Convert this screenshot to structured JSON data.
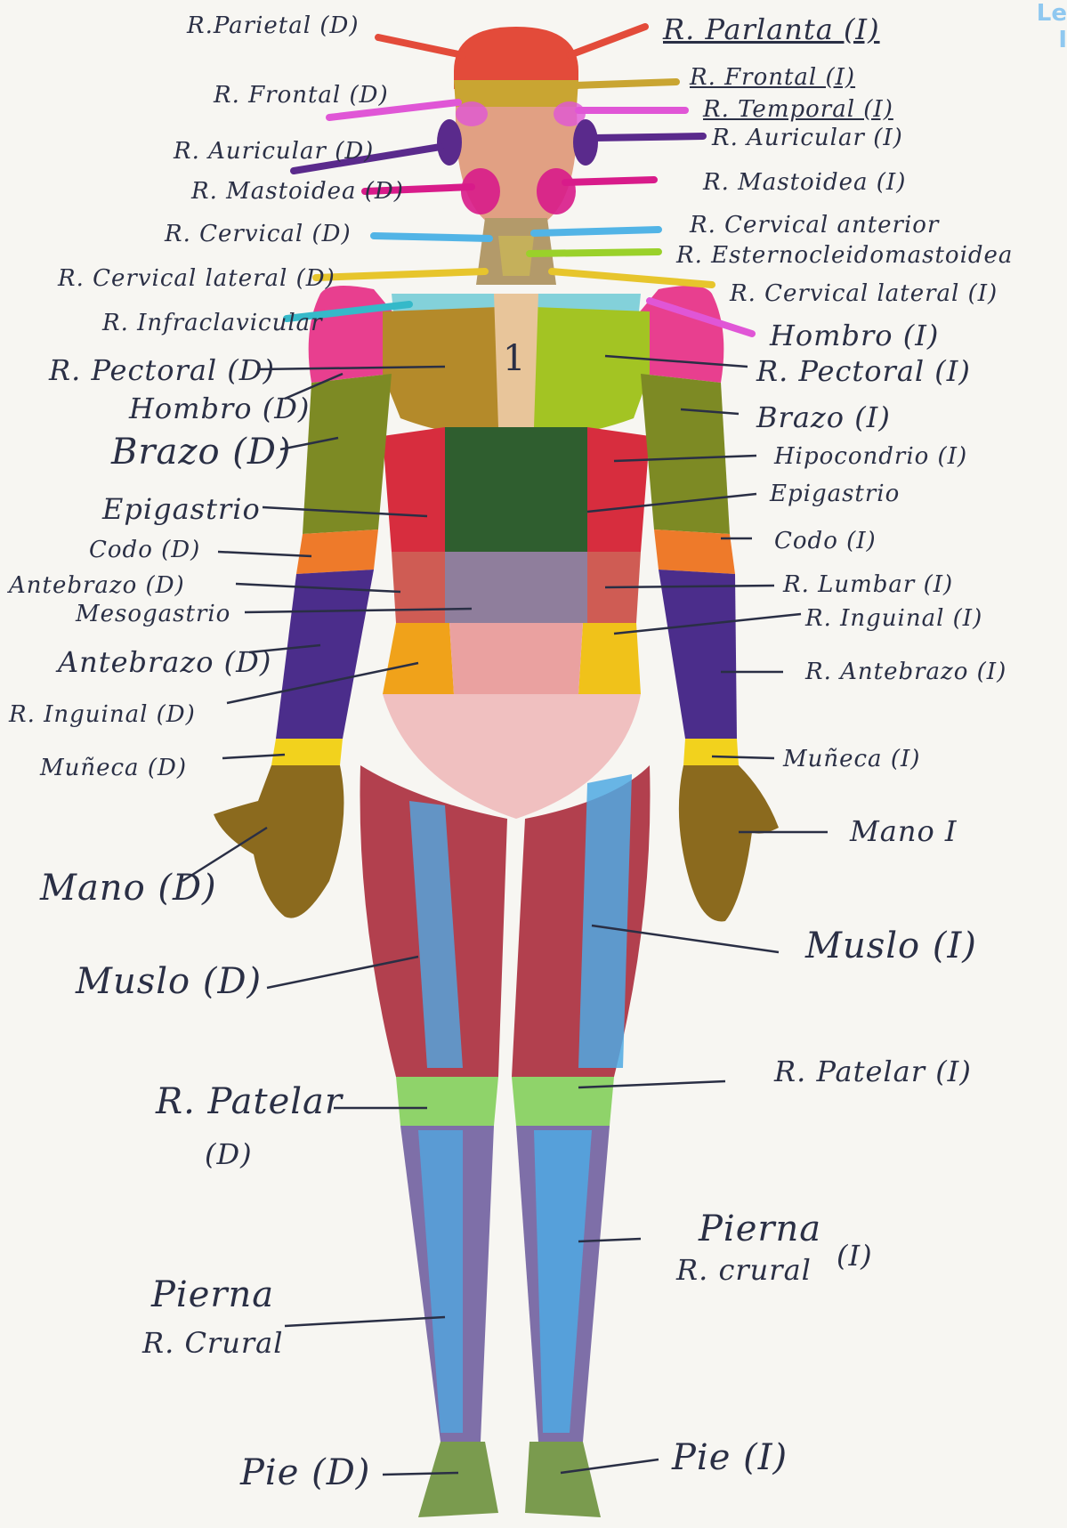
{
  "corner_marks": [
    "Le",
    "I"
  ],
  "labels": {
    "parietal_d": "R.Parietal (D)",
    "parietal_i": "R. Parlanta (I)",
    "frontal_d": "R. Frontal (D)",
    "frontal_i": "R. Frontal (I)",
    "temporal_i": "R. Temporal (I)",
    "auricular_d": "R. Auricular (D)",
    "auricular_i": "R. Auricular (I)",
    "mastoidea_d": "R. Mastoidea (D)",
    "mastoidea_i": "R. Mastoidea (I)",
    "cervical_d": "R. Cervical (D)",
    "cervical_anterior": "R. Cervical anterior",
    "esternocleido": "R. Esternocleidomastoidea",
    "cervical_lateral_d": "R. Cervical lateral (D)",
    "cervical_lateral_i": "R. Cervical lateral (I)",
    "infraclavicular": "R. Infraclavicular",
    "hombro_i": "Hombro (I)",
    "pectoral_d": "R. Pectoral (D)",
    "pectoral_i": "R. Pectoral (I)",
    "hombro_d": "Hombro (D)",
    "brazo_i": "Brazo (I)",
    "brazo_d": "Brazo (D)",
    "hipocondrio_i": "Hipocondrio (I)",
    "epigastrio_d": "Epigastrio",
    "epigastrio_i": "Epigastrio",
    "codo_d": "Codo (D)",
    "codo_i": "Codo (I)",
    "antebrazo_d_upper": "Antebrazo (D)",
    "lumbar_i": "R. Lumbar (I)",
    "mesogastrio": "Mesogastrio",
    "inguinal_i": "R. Inguinal (I)",
    "antebrazo_d": "Antebrazo (D)",
    "antebrazo_i": "R. Antebrazo (I)",
    "inguinal_d": "R. Inguinal (D)",
    "muneca_d": "Muñeca (D)",
    "muneca_i": "Muñeca (I)",
    "mano_i": "Mano I",
    "mano_d": "Mano (D)",
    "muslo_i": "Muslo (I)",
    "muslo_d": "Muslo (D)",
    "patelar_i": "R. Patelar (I)",
    "patelar_d_1": "R. Patelar",
    "patelar_d_2": "(D)",
    "pierna_i_1": "Pierna",
    "pierna_i_2": "R. crural",
    "pierna_i_3": "(I)",
    "pierna_d_1": "Pierna",
    "pierna_d_2": "R. Crural",
    "pie_d": "Pie (D)",
    "pie_i": "Pie (I)",
    "chest_number": "1"
  },
  "colors": {
    "parietal": "#e34b3a",
    "frontal": "#c9a532",
    "temporal": "#e056d6",
    "auricular": "#5a2a8c",
    "mastoidea": "#d81b8a",
    "cervical": "#52b4e6",
    "esterno": "#9ad12a",
    "cervical_lateral": "#e7c52c",
    "infraclavicular": "#35b9c9",
    "hombro": "#e83f8f",
    "pectoral": "#a3c423",
    "brazo": "#7d8a24",
    "hipocondrio": "#d72d3e",
    "epigastrio": "#2f5e2f",
    "codo": "#ee7a2a",
    "antebrazo": "#4b2d8b",
    "mesogastrio": "#8f7e9c",
    "lumbar": "#cf5c54",
    "inguinal": "#f0c21a",
    "muneca": "#f2d21d",
    "mano": "#8b6a1e",
    "muslo_blue": "#4fa9e3",
    "muslo_red": "#b2404e",
    "patelar": "#8fd36a",
    "pierna": "#6e86c8",
    "pie": "#7a9b4e",
    "ink": "#2a2f45"
  }
}
